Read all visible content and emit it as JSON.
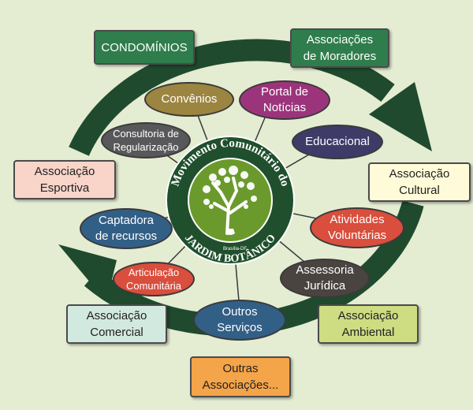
{
  "center": {
    "top_text": "Movimento Comunitário do",
    "bottom_text": "JARDIM BOTÂNICO",
    "small_text": "Brasília-DF"
  },
  "colors": {
    "background": "#e4ecd2",
    "cycle_arrows": "#1f4a2e",
    "center_ring": "#1f4f2c",
    "center_fill": "#6b9a2c"
  },
  "outer_boxes": [
    {
      "id": "condominios",
      "label": "CONDOMÍNIOS",
      "color": "#2f7d4c"
    },
    {
      "id": "associacoes-moradores",
      "label": "Associações\nde Moradores",
      "color": "#2f7d4c"
    },
    {
      "id": "associacao-cultural",
      "label": "Associação\nCultural",
      "color": "#fffbd8"
    },
    {
      "id": "associacao-ambiental",
      "label": "Associação\nAmbiental",
      "color": "#cedc82"
    },
    {
      "id": "outras-associacoes",
      "label": "Outras\nAssociações...",
      "color": "#f4a449"
    },
    {
      "id": "associacao-comercial",
      "label": "Associação\nComercial",
      "color": "#d2e9df"
    },
    {
      "id": "associacao-esportiva",
      "label": "Associação\nEsportiva",
      "color": "#f8d4c9"
    }
  ],
  "inner_ovals": [
    {
      "id": "convenios",
      "label": "Convênios",
      "color": "#9c8540"
    },
    {
      "id": "portal-noticias",
      "label": "Portal de\nNotícias",
      "color": "#9c347c"
    },
    {
      "id": "educacional",
      "label": "Educacional",
      "color": "#3f3b68"
    },
    {
      "id": "atividades-voluntarias",
      "label": "Atividades\nVoluntárias",
      "color": "#d94e3c"
    },
    {
      "id": "assessoria-juridica",
      "label": "Assessoria\nJurídica",
      "color": "#4a4441"
    },
    {
      "id": "outros-servicos",
      "label": "Outros\nServiços",
      "color": "#325f86"
    },
    {
      "id": "articulacao-comunitaria",
      "label": "Articulação\nComunitária",
      "color": "#d94e3c"
    },
    {
      "id": "captadora-recursos",
      "label": "Captadora\nde recursos",
      "color": "#325f86"
    },
    {
      "id": "consultoria-regularizacao",
      "label": "Consultoria de\nRegularização",
      "color": "#58585a"
    }
  ]
}
